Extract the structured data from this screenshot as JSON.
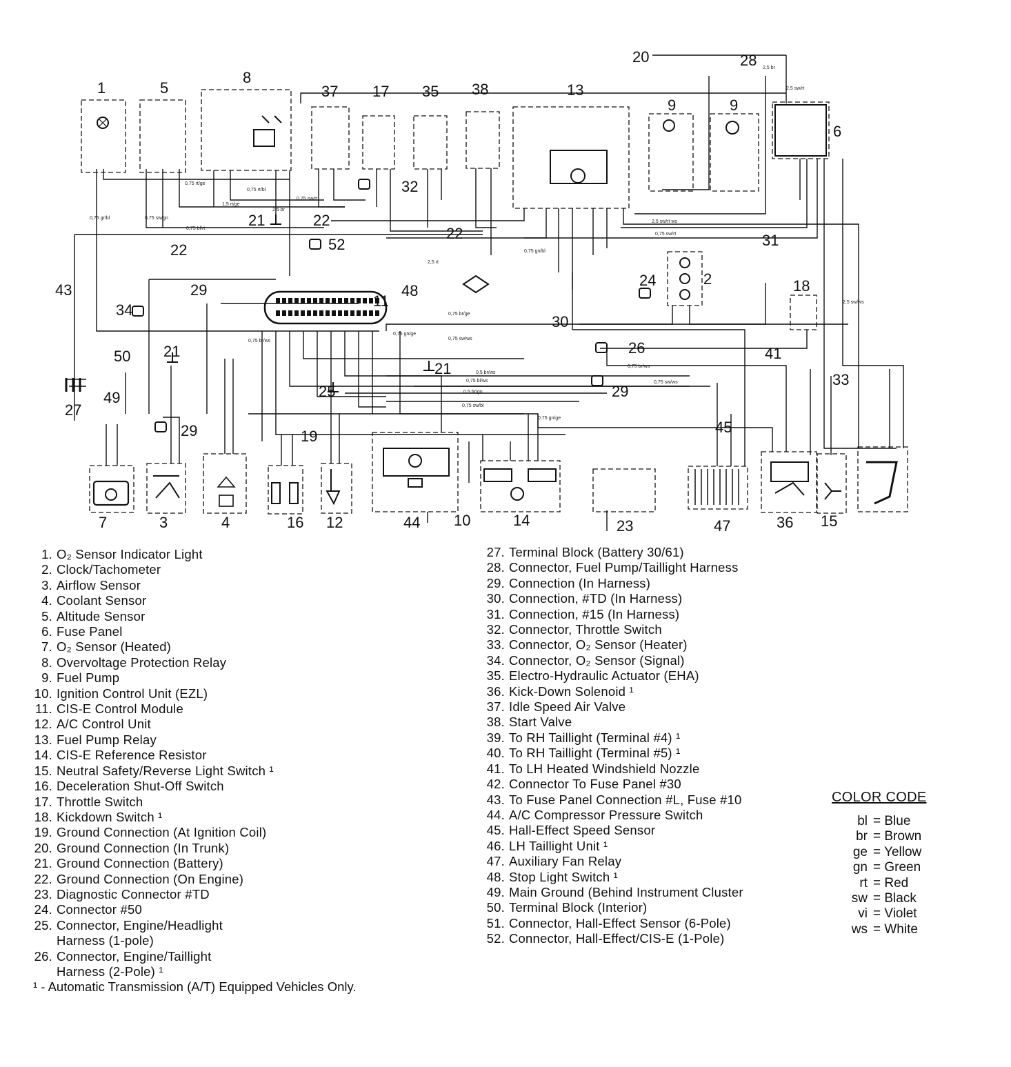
{
  "diagram": {
    "component_numbers": [
      "1",
      "5",
      "8",
      "37",
      "17",
      "35",
      "38",
      "13",
      "20",
      "28",
      "9",
      "9",
      "6",
      "32",
      "21",
      "22",
      "22",
      "52",
      "22",
      "11",
      "48",
      "24",
      "2",
      "31",
      "18",
      "43",
      "34",
      "29",
      "30",
      "26",
      "50",
      "41",
      "27",
      "49",
      "21",
      "21",
      "25",
      "29",
      "33",
      "29",
      "19",
      "45",
      "7",
      "3",
      "4",
      "16",
      "12",
      "44",
      "10",
      "14",
      "23",
      "47",
      "36",
      "15"
    ],
    "wire_labels": [
      "0,75 rt/ge",
      "0,75 rt/bl",
      "0,75 gr/bl",
      "0,75 sw/gn",
      "0,75 bl/rt",
      "2,5 br",
      "1,5 rt/ge",
      "0,75 sw/rt",
      "2,5 sw/rt ws",
      "0,75 sw/rt",
      "0,75 gn/bl",
      "2,5 rt",
      "0,75 br/ge",
      "0,75 gn/ge",
      "0,75 br/ws",
      "0,75 sw/ws",
      "0,5 br/ws",
      "0,75 bl/ws",
      "0,5 br/gn",
      "0,75 sw/bl",
      "0,75 gn/ge",
      "0,75 sw/ws",
      "0,75 br/ws",
      "2,5 sw/ws",
      "2,5 br",
      "2,5 sw/rt"
    ]
  },
  "legend_left": [
    {
      "num": "1.",
      "text": "O₂ Sensor Indicator Light"
    },
    {
      "num": "2.",
      "text": "Clock/Tachometer"
    },
    {
      "num": "3.",
      "text": "Airflow Sensor"
    },
    {
      "num": "4.",
      "text": "Coolant Sensor"
    },
    {
      "num": "5.",
      "text": "Altitude Sensor"
    },
    {
      "num": "6.",
      "text": "Fuse Panel"
    },
    {
      "num": "7.",
      "text": "O₂ Sensor (Heated)"
    },
    {
      "num": "8.",
      "text": "Overvoltage Protection Relay"
    },
    {
      "num": "9.",
      "text": "Fuel Pump"
    },
    {
      "num": "10.",
      "text": "Ignition Control Unit (EZL)"
    },
    {
      "num": "11.",
      "text": "CIS-E Control Module"
    },
    {
      "num": "12.",
      "text": "A/C Control Unit"
    },
    {
      "num": "13.",
      "text": "Fuel Pump Relay"
    },
    {
      "num": "14.",
      "text": "CIS-E Reference Resistor"
    },
    {
      "num": "15.",
      "text": "Neutral Safety/Reverse Light Switch ¹"
    },
    {
      "num": "16.",
      "text": "Deceleration Shut-Off Switch"
    },
    {
      "num": "17.",
      "text": "Throttle Switch"
    },
    {
      "num": "18.",
      "text": "Kickdown Switch ¹"
    },
    {
      "num": "19.",
      "text": "Ground Connection (At Ignition Coil)"
    },
    {
      "num": "20.",
      "text": "Ground Connection (In Trunk)"
    },
    {
      "num": "21.",
      "text": "Ground Connection (Battery)"
    },
    {
      "num": "22.",
      "text": "Ground Connection (On Engine)"
    },
    {
      "num": "23.",
      "text": "Diagnostic Connector #TD"
    },
    {
      "num": "24.",
      "text": "Connector #50"
    },
    {
      "num": "25.",
      "text": "Connector, Engine/Headlight"
    },
    {
      "num": "",
      "text": "Harness (1-pole)"
    },
    {
      "num": "26.",
      "text": "Connector, Engine/Taillight"
    },
    {
      "num": "",
      "text": "Harness (2-Pole) ¹"
    }
  ],
  "legend_right": [
    {
      "num": "27.",
      "text": "Terminal Block (Battery 30/61)"
    },
    {
      "num": "28.",
      "text": "Connector, Fuel Pump/Taillight Harness"
    },
    {
      "num": "29.",
      "text": "Connection (In Harness)"
    },
    {
      "num": "30.",
      "text": "Connection, #TD (In Harness)"
    },
    {
      "num": "31.",
      "text": "Connection, #15 (In Harness)"
    },
    {
      "num": "32.",
      "text": "Connector, Throttle Switch"
    },
    {
      "num": "33.",
      "text": "Connector, O₂ Sensor (Heater)"
    },
    {
      "num": "34.",
      "text": "Connector, O₂ Sensor (Signal)"
    },
    {
      "num": "35.",
      "text": "Electro-Hydraulic Actuator (EHA)"
    },
    {
      "num": "36.",
      "text": "Kick-Down Solenoid ¹"
    },
    {
      "num": "37.",
      "text": "Idle Speed Air Valve"
    },
    {
      "num": "38.",
      "text": "Start Valve"
    },
    {
      "num": "39.",
      "text": "To RH Taillight (Terminal #4) ¹"
    },
    {
      "num": "40.",
      "text": "To RH Taillight (Terminal #5) ¹"
    },
    {
      "num": "41.",
      "text": "To LH Heated Windshield Nozzle"
    },
    {
      "num": "42.",
      "text": "Connector To Fuse Panel #30"
    },
    {
      "num": "43.",
      "text": "To Fuse Panel Connection #L, Fuse #10"
    },
    {
      "num": "44.",
      "text": "A/C Compressor Pressure Switch"
    },
    {
      "num": "45.",
      "text": "Hall-Effect Speed Sensor"
    },
    {
      "num": "46.",
      "text": "LH Taillight Unit ¹"
    },
    {
      "num": "47.",
      "text": "Auxiliary Fan Relay"
    },
    {
      "num": "48.",
      "text": "Stop Light Switch ¹"
    },
    {
      "num": "49.",
      "text": "Main Ground (Behind Instrument Cluster"
    },
    {
      "num": "50.",
      "text": "Terminal Block (Interior)"
    },
    {
      "num": "51.",
      "text": "Connector, Hall-Effect Sensor (6-Pole)"
    },
    {
      "num": "52.",
      "text": "Connector, Hall-Effect/CIS-E (1-Pole)"
    }
  ],
  "footnote": "¹ - Automatic Transmission (A/T) Equipped Vehicles Only.",
  "color_code": {
    "title": "COLOR CODE",
    "items": [
      {
        "abbr": "bl",
        "name": "= Blue"
      },
      {
        "abbr": "br",
        "name": "= Brown"
      },
      {
        "abbr": "ge",
        "name": "= Yellow"
      },
      {
        "abbr": "gn",
        "name": "= Green"
      },
      {
        "abbr": "rt",
        "name": "= Red"
      },
      {
        "abbr": "sw",
        "name": "= Black"
      },
      {
        "abbr": "vi",
        "name": "= Violet"
      },
      {
        "abbr": "ws",
        "name": "= White"
      }
    ]
  }
}
